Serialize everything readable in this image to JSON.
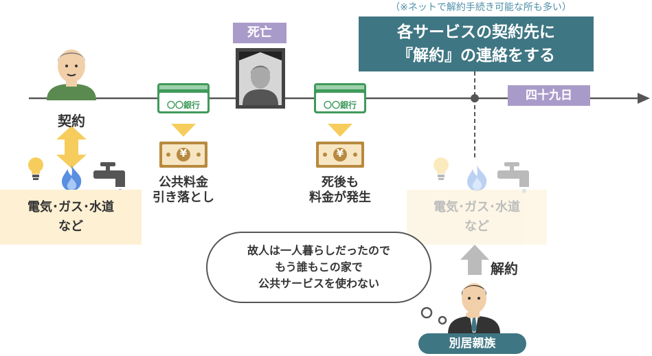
{
  "note": "（※ネットで解約手続き可能な所も多い）",
  "notice_box": {
    "line1": "各サービスの契約先に",
    "line2": "『解約』の連絡をする"
  },
  "timeline": {
    "death_label": "死亡",
    "day49_label": "四十九日",
    "contract_label": "契約",
    "bank_label": "〇〇銀行",
    "yen_symbol": "¥",
    "debit_line1": "公共料金",
    "debit_line2": "引き落とし",
    "after_line1": "死後も",
    "after_line2": "料金が発生"
  },
  "utilities_box": {
    "line1": "電気･ガス･水道",
    "line2": "など"
  },
  "utilities_box_faded": {
    "line1": "電気･ガス･水道",
    "line2": "など"
  },
  "speech_bubble": {
    "line1": "故人は一人暮らしだったので",
    "line2": "もう誰もこの家で",
    "line3": "公共サービスを使わない"
  },
  "cancel_label": "解約",
  "relative_label": "別居親族",
  "colors": {
    "teal": "#3f7683",
    "purple": "#a99bc9",
    "cream": "#fdf0d3",
    "arrow": "#f6cd5d",
    "bank_green": "#3f9a5a"
  }
}
